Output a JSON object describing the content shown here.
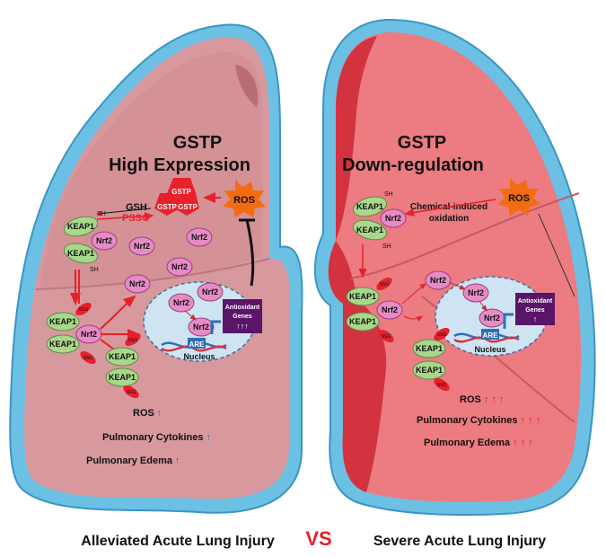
{
  "left": {
    "title_line1": "GSTP",
    "title_line2": "High Expression",
    "gstp": "GSTP",
    "gsh": "GSH",
    "pssg": "PSSG",
    "ros": "ROS",
    "keap1": "KEAP1",
    "nrf2": "Nrf2",
    "sh": "SH",
    "ssg": "SSG",
    "genes_line1": "Antioxidant",
    "genes_line2": "Genes",
    "genes_arrows": "↑↑↑",
    "are": "ARE",
    "nucleus": "Nucleus",
    "outcome_ros": "ROS",
    "outcome_cytokines": "Pulmonary Cytokines",
    "outcome_edema": "Pulmonary Edema",
    "outcome_arrow": "↑",
    "caption": "Alleviated Acute Lung Injury"
  },
  "vs": "VS",
  "right": {
    "title_line1": "GSTP",
    "title_line2": "Down-regulation",
    "ros": "ROS",
    "oxidation_line1": "Chemical-induced",
    "oxidation_line2": "oxidation",
    "keap1": "KEAP1",
    "nrf2": "Nrf2",
    "sh": "SH",
    "ssg": "SSG",
    "genes_line1": "Antioxidant",
    "genes_line2": "Genes",
    "genes_arrows": "↑",
    "are": "ARE",
    "nucleus": "Nucleus",
    "outcome_ros": "ROS",
    "outcome_cytokines": "Pulmonary Cytokines",
    "outcome_edema": "Pulmonary Edema",
    "outcome_arrows": "↑ ↑ ↑",
    "caption": "Severe Acute Lung Injury"
  },
  "colors": {
    "lung_outline": "#5bb8df",
    "left_lung": "#d8999e",
    "right_lung": "#ec7b82",
    "right_lung_dark": "#d2333f",
    "keap1": "#a9d88a",
    "nrf2": "#e78bc7",
    "nucleus": "#cfe4f2",
    "genes_box": "#5a1468",
    "ros_burst": "#f26d12",
    "red": "#e8202a",
    "blue_arrow": "#3c6fb5"
  }
}
